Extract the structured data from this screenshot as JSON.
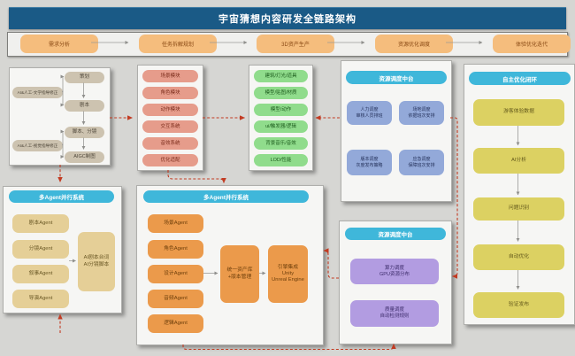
{
  "title": "宇宙猜想内容研发全链路架构",
  "flow": {
    "steps": [
      "需求分析",
      "任务拆解规划",
      "3D资产生产",
      "资源优化调度",
      "体验优化迭代"
    ]
  },
  "panels": {
    "creative": {
      "left": [
        "AI&人工-文学指导修正",
        "AI&人工-视觉指导修正"
      ],
      "right": [
        "策划",
        "剧本",
        "脚本、分镜",
        "AIGC制图"
      ]
    },
    "modules": {
      "items": [
        "场景模块",
        "角色模块",
        "动作模块",
        "交互系统",
        "音效系统",
        "优化适配"
      ]
    },
    "assets": {
      "items": [
        "建筑/灯光/道具",
        "模型/贴图/材质",
        "模型/动作",
        "ui/触发器/逻辑",
        "背景音乐/音效",
        "LOD/性能"
      ]
    },
    "schedule_front": {
      "header": "资源调度中台",
      "items": [
        {
          "t": "人力调度",
          "s": "审核人员排班"
        },
        {
          "t": "场地调度",
          "s": "依据班次安排"
        },
        {
          "t": "版本调度",
          "s": "灰度发布策略"
        },
        {
          "t": "应急调度",
          "s": "保障班次安排"
        }
      ]
    },
    "schedule_back": {
      "header": "资源调度中台",
      "items": [
        {
          "t": "算力调度",
          "s": "GPU资源分布"
        },
        {
          "t": "质量调度",
          "s": "自动检测规则"
        }
      ]
    },
    "optimize_loop": {
      "header": "自主优化闭环",
      "items": [
        "游客体验数据",
        "AI分析",
        "问题识别",
        "自动优化",
        "验证发布"
      ]
    },
    "agents_creative": {
      "header": "多Agent并行系统",
      "items": [
        "剧本Agent",
        "分镜Agent",
        "叙事Agent",
        "导演Agent"
      ],
      "output": {
        "t": "AI剧本台词",
        "s": "AI分镜脚本"
      }
    },
    "agents_production": {
      "header": "多Agent并行系统",
      "items": [
        "场景Agent",
        "角色Agent",
        "设计Agent",
        "音频Agent",
        "逻辑Agent"
      ],
      "hub": {
        "t": "统一资产库",
        "s": "+版本管理"
      },
      "engine": {
        "t": "引擎集成",
        "s": "Unity",
        "u": "Unreal Engine"
      }
    }
  },
  "colors": {
    "title_bg": "#1a5a86",
    "flow_box": "#f5bd7d",
    "header_pill": "#3fb7da",
    "module_box": "#e69c8b",
    "asset_box": "#90dc8c",
    "schedule_box": "#93a9d9",
    "compute_box": "#b29ce1",
    "loop_box": "#dcd162",
    "agent_box": "#eb9a4b",
    "guide_box": "#cdc3b0",
    "script_box": "#e5cf97",
    "connector_red": "#c23b22"
  }
}
